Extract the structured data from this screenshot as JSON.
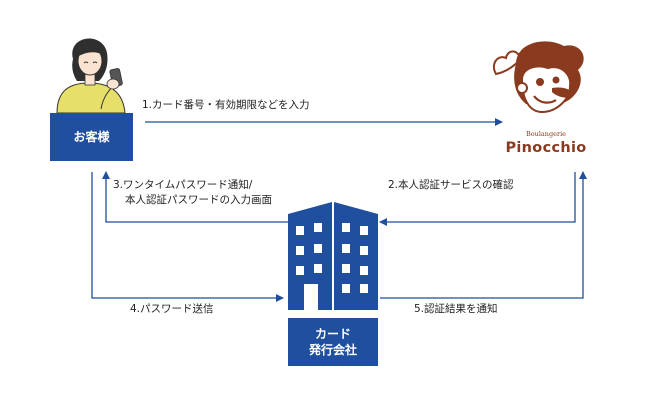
{
  "nodes": {
    "customer": "お客様",
    "card_company_line1": "カード",
    "card_company_line2": "発行会社",
    "shop_brand_sub": "Boulangerie",
    "shop_brand_name": "Pinocchio"
  },
  "steps": {
    "step1": "1.カード番号・有効期限などを入力",
    "step2": "2.本人認証サービスの確認",
    "step3_line1": "3.ワンタイムパスワード通知/",
    "step3_line2": "本人認証パスワードの入力画面",
    "step4": "4.パスワード送信",
    "step5": "5.認証結果を通知"
  },
  "colors": {
    "primary": "#1f4f9e",
    "brand": "#8a3a1e",
    "person_shirt": "#e6e06a"
  },
  "icons": {
    "customer": "person-with-phone-icon",
    "card_company": "office-building-icon",
    "shop": "mascot-logo-icon"
  }
}
